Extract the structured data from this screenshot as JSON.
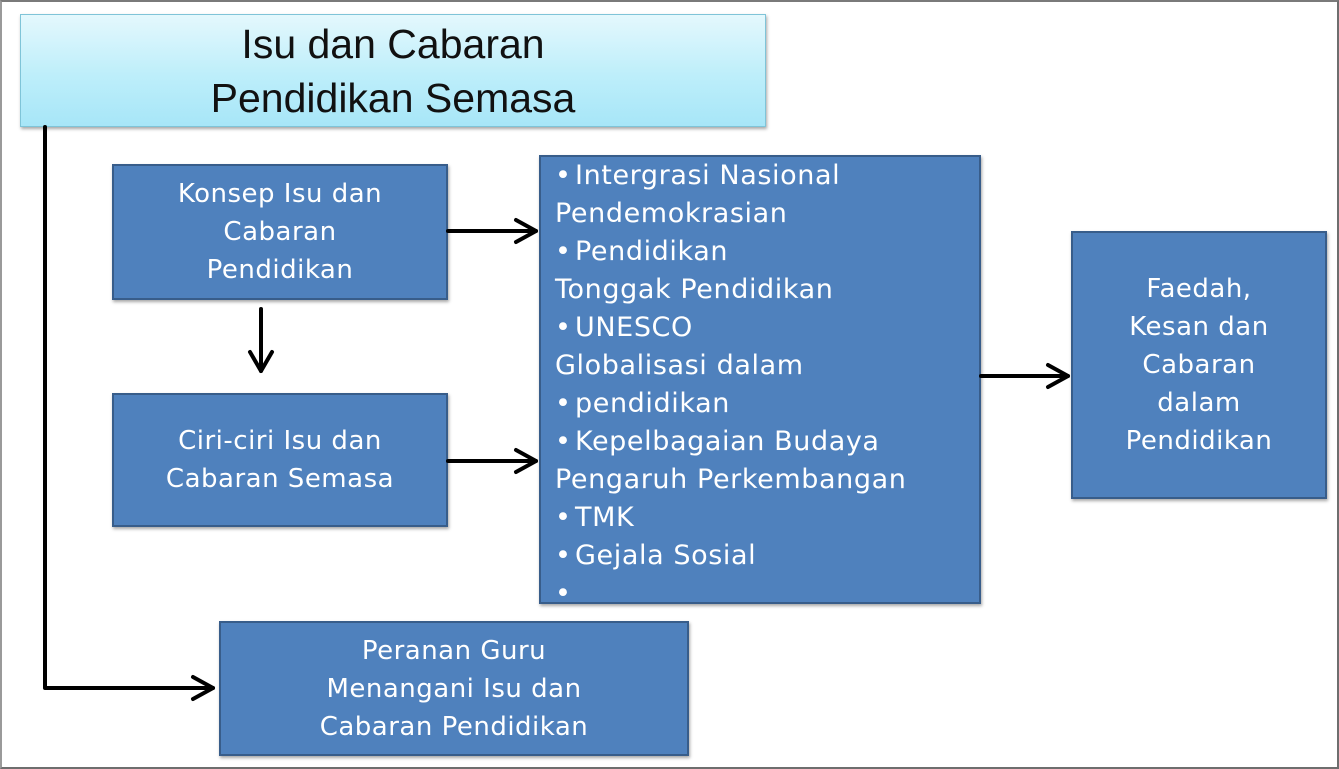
{
  "diagram": {
    "title": [
      "Isu dan Cabaran",
      "Pendidikan Semasa"
    ],
    "nodes": {
      "konsep": [
        "Konsep Isu dan",
        "Cabaran",
        "Pendidikan"
      ],
      "ciri": [
        "Ciri-ciri Isu dan",
        "Cabaran Semasa"
      ],
      "faedah": [
        "Faedah,",
        "Kesan dan",
        "Cabaran",
        "dalam",
        "Pendidikan"
      ],
      "peranan": [
        "Peranan Guru",
        "Menangani Isu dan",
        "Cabaran Pendidikan"
      ]
    },
    "issues_list": {
      "bullet": "•",
      "items": [
        "Intergrasi Nasional",
        "Pendemokrasian Pendidikan",
        "Tonggak Pendidikan UNESCO",
        "Globalisasi dalam pendidikan",
        "Kepelbagaian Budaya",
        "Pengaruh Perkembangan TMK",
        "Gejala Sosial",
        ""
      ]
    },
    "colors": {
      "box_fill": "#4f81bd",
      "box_border": "#385d8a",
      "title_fill": "#bdeefa",
      "arrow": "#000000"
    }
  }
}
